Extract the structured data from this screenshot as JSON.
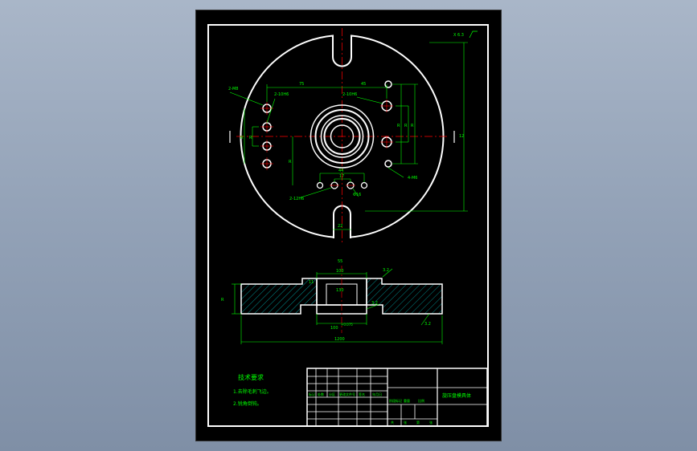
{
  "colors": {
    "background": "#000000",
    "outline": "#ffffff",
    "dimension": "#00ff00",
    "centerline": "#ff0000",
    "hatch": "#00c8c8",
    "page_bg_top": "#a9b6c8",
    "page_bg_bottom": "#7f8fa6"
  },
  "roughness_note": "X 6.3",
  "top_view": {
    "dims": {
      "d75": "75",
      "d45": "45",
      "holes_2m8": "2-M8",
      "holes_2_10h6_left": "2-10H6",
      "holes_2_10h6_right": "2-10H6",
      "holes_2_12h6_bottom": "2-12H6",
      "d44": "44",
      "d17": "17",
      "phi16": "Φ16",
      "holes_4m6": "4-M6",
      "slot_22": "22",
      "v_r1": "R",
      "v_r2": "R",
      "v_r3": "R",
      "v_r4": "R",
      "v_r5": "R",
      "v_r6": "R",
      "v_ht": "12"
    }
  },
  "section_view": {
    "dims": {
      "top_100": "100",
      "bore_130": "130",
      "bottom_100": "100",
      "tol": "+0.075",
      "total_1200": "1200",
      "height_r": "R",
      "depth_11": "11",
      "rough_a": "3.2",
      "rough_b": "3.2",
      "rough_c": "3.2",
      "label_55": "55"
    }
  },
  "notes": {
    "title": "技术要求",
    "line1": "1.去除毛刺飞边。",
    "line2": "2.锐角倒钝。"
  },
  "title_block": {
    "part_name": "旋压盘模具体",
    "row_labels": [
      "标记",
      "处数",
      "分区",
      "更改文件号",
      "签名",
      "年月日"
    ],
    "scale_labels": [
      "阶段标记",
      "重量",
      "比例"
    ],
    "footer": [
      "共",
      "张",
      "第",
      "张"
    ]
  }
}
